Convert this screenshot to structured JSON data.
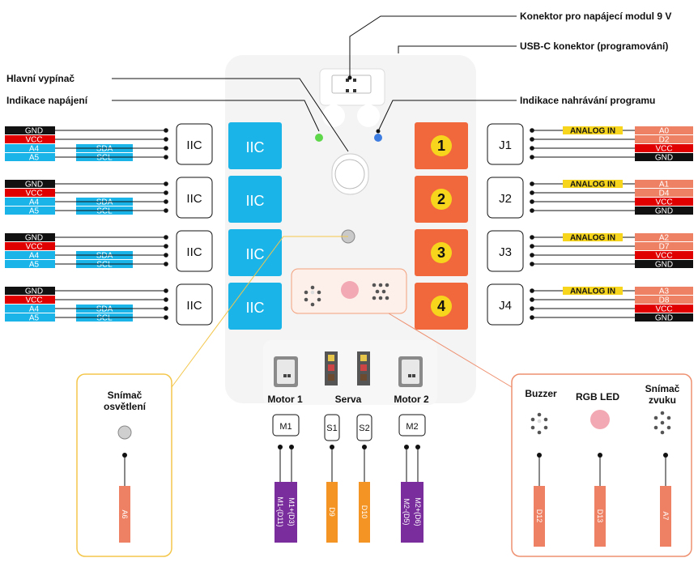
{
  "callouts": {
    "power_module": "Konektor pro napájecí modul 9 V",
    "usb": "USB-C konektor (programování)",
    "main_switch": "Hlavní vypínač",
    "power_led": "Indikace napájení",
    "upload_led": "Indikace nahrávání programu"
  },
  "left_ports": [
    {
      "label": "IIC",
      "module_label": "IIC",
      "pins": [
        "GND",
        "VCC",
        "A4",
        "A5"
      ],
      "aliases": [
        "",
        "",
        "SDA",
        "SCL"
      ]
    },
    {
      "label": "IIC",
      "module_label": "IIC",
      "pins": [
        "GND",
        "VCC",
        "A4",
        "A5"
      ],
      "aliases": [
        "",
        "",
        "SDA",
        "SCL"
      ]
    },
    {
      "label": "IIC",
      "module_label": "IIC",
      "pins": [
        "GND",
        "VCC",
        "A4",
        "A5"
      ],
      "aliases": [
        "",
        "",
        "SDA",
        "SCL"
      ]
    },
    {
      "label": "IIC",
      "module_label": "IIC",
      "pins": [
        "GND",
        "VCC",
        "A4",
        "A5"
      ],
      "aliases": [
        "",
        "",
        "SDA",
        "SCL"
      ]
    }
  ],
  "right_ports": [
    {
      "label": "J1",
      "number": "1",
      "analog_tag": "ANALOG IN",
      "pins": [
        "A0",
        "D2",
        "VCC",
        "GND"
      ]
    },
    {
      "label": "J2",
      "number": "2",
      "analog_tag": "ANALOG IN",
      "pins": [
        "A1",
        "D4",
        "VCC",
        "GND"
      ]
    },
    {
      "label": "J3",
      "number": "3",
      "analog_tag": "ANALOG IN",
      "pins": [
        "A2",
        "D7",
        "VCC",
        "GND"
      ]
    },
    {
      "label": "J4",
      "number": "4",
      "analog_tag": "ANALOG IN",
      "pins": [
        "A3",
        "D8",
        "VCC",
        "GND"
      ]
    }
  ],
  "light_sensor": {
    "title_line1": "Snímač",
    "title_line2": "osvětlení",
    "pin": "A6"
  },
  "motors": {
    "motor1": {
      "title": "Motor 1",
      "port": "M1",
      "pins": [
        "M1-(D11)",
        "M1+(D3)"
      ]
    },
    "servos": {
      "title": "Serva",
      "ports": [
        "S1",
        "S2"
      ],
      "pins": [
        "D9",
        "D10"
      ]
    },
    "motor2": {
      "title": "Motor 2",
      "port": "M2",
      "pins": [
        "M2-(D5)",
        "M2+(D6)"
      ]
    }
  },
  "right_box": {
    "buzzer": {
      "title": "Buzzer",
      "pin": "D12"
    },
    "rgb": {
      "title": "RGB LED",
      "pin": "D13"
    },
    "sound": {
      "title_line1": "Snímač",
      "title_line2": "zvuku",
      "pin": "A7"
    }
  },
  "colors": {
    "gnd": "#111111",
    "vcc": "#e00000",
    "iic": "#1ab4e8",
    "analog_tag": "#f7d51d",
    "port_orange": "#f0683c",
    "motor_purple": "#7a2d9c",
    "servo_orange": "#f39424",
    "pin_salmon": "#ee8063",
    "light_frame": "#f3c64a",
    "sound_frame": "#ee9070"
  }
}
